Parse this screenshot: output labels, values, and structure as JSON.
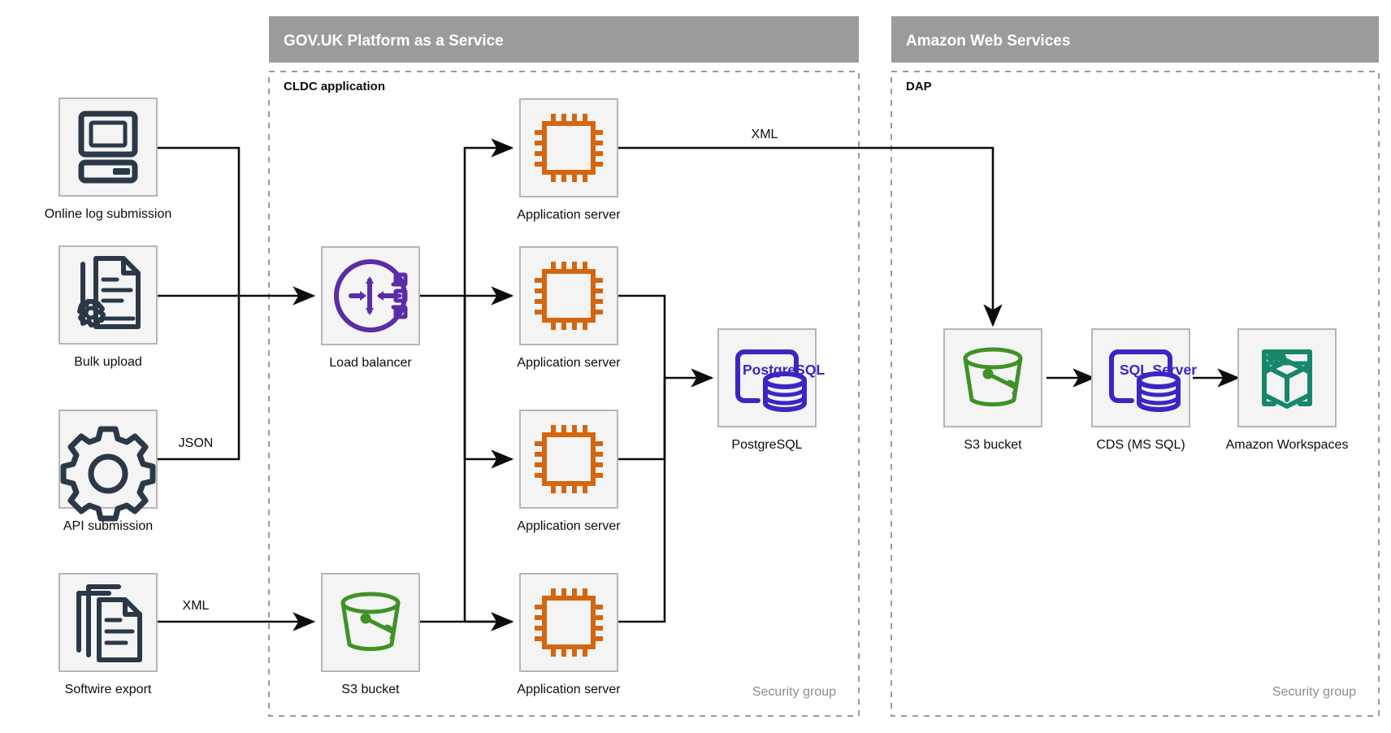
{
  "diagram": {
    "title_hidden": "",
    "colors": {
      "zone_header_bg": "#9b9b9b",
      "zone_header_text": "#ffffff",
      "tile_bg": "#f4f4f4",
      "tile_border": "#b6b6b6",
      "icon_dark": "#2b3848",
      "icon_orange": "#d3660f",
      "icon_purple": "#5b2ca6",
      "icon_db_blue": "#3b26c4",
      "icon_green": "#3f9227",
      "icon_teal": "#17876b",
      "line": "#0b0c0c",
      "secgroup_text": "#8d8d8d",
      "dash_border": "#9b9b9b"
    },
    "zones": [
      {
        "id": "paas",
        "header": "GOV.UK Platform as a Service",
        "subtitle": "CLDC application",
        "security_group_label": "Security group"
      },
      {
        "id": "aws",
        "header": "Amazon Web Services",
        "subtitle": "DAP",
        "security_group_label": "Security group"
      }
    ],
    "sources": [
      {
        "id": "online-log-submission",
        "label": "Online log submission",
        "icon": "desktop-computer-icon"
      },
      {
        "id": "bulk-upload",
        "label": "Bulk upload",
        "icon": "document-gear-icon"
      },
      {
        "id": "api-submission",
        "label": "API submission",
        "icon": "gear-icon"
      },
      {
        "id": "softwire-export",
        "label": "Softwire export",
        "icon": "documents-stack-icon"
      }
    ],
    "paas_nodes": [
      {
        "id": "load-balancer",
        "label": "Load balancer",
        "icon": "load-balancer-icon"
      },
      {
        "id": "app-server-1",
        "label": "Application server",
        "icon": "cpu-chip-icon"
      },
      {
        "id": "app-server-2",
        "label": "Application server",
        "icon": "cpu-chip-icon"
      },
      {
        "id": "app-server-3",
        "label": "Application server",
        "icon": "cpu-chip-icon"
      },
      {
        "id": "app-server-4",
        "label": "Application server",
        "icon": "cpu-chip-icon"
      },
      {
        "id": "postgresql",
        "label": "PostgreSQL",
        "icon": "postgresql-database-icon",
        "icon_text": "PostgreSQL"
      },
      {
        "id": "paas-s3-bucket",
        "label": "S3 bucket",
        "icon": "s3-bucket-icon"
      }
    ],
    "aws_nodes": [
      {
        "id": "aws-s3-bucket",
        "label": "S3 bucket",
        "icon": "s3-bucket-icon"
      },
      {
        "id": "cds-ms-sql",
        "label": "CDS (MS SQL)",
        "icon": "sql-server-database-icon",
        "icon_text": "SQL Server"
      },
      {
        "id": "amazon-workspaces",
        "label": "Amazon Workspaces",
        "icon": "amazon-workspaces-icon"
      }
    ],
    "edge_labels": [
      {
        "id": "api-json",
        "text": "JSON"
      },
      {
        "id": "softwire-xml",
        "text": "XML"
      },
      {
        "id": "appserver-to-s3-xml",
        "text": "XML"
      }
    ]
  }
}
